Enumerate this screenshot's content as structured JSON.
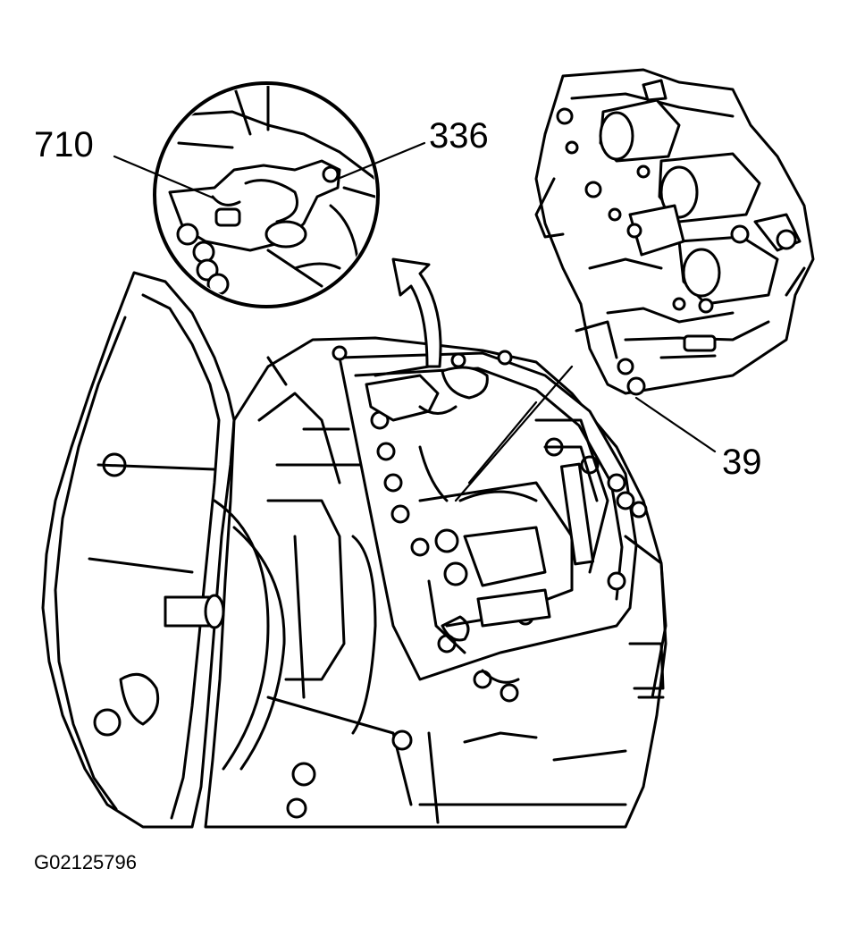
{
  "diagram": {
    "callouts": {
      "c710": "710",
      "c336": "336",
      "c39": "39"
    },
    "figure_id": "G02125796"
  }
}
